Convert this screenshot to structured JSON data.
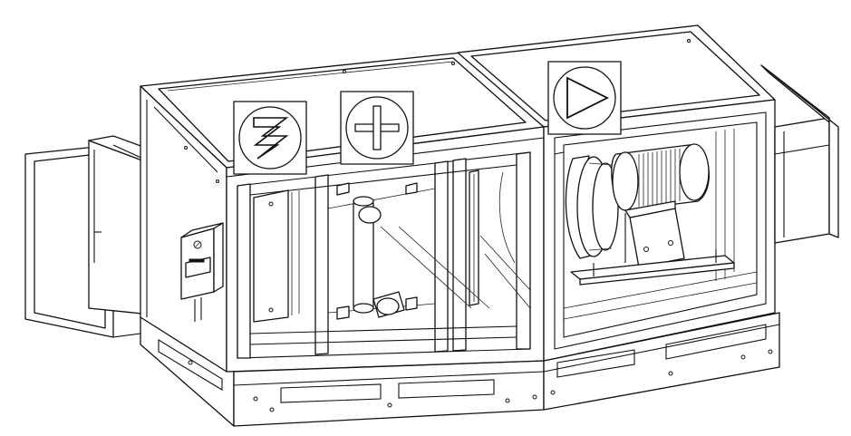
{
  "figure": {
    "subject": "air-handling-unit",
    "colors": {
      "line": "#111111",
      "background": "#ffffff"
    },
    "sections": [
      {
        "id": "heat-recovery",
        "symbol": "heat-recovery-icon"
      },
      {
        "id": "heating-cooling-coil",
        "symbol": "coil-icon"
      },
      {
        "id": "supply-fan",
        "symbol": "fan-icon"
      }
    ],
    "components": [
      "inlet-duct",
      "electrical-box",
      "filter-panel",
      "coil-pipes",
      "fan-wheel",
      "motor",
      "outlet-duct",
      "base-frame"
    ]
  }
}
